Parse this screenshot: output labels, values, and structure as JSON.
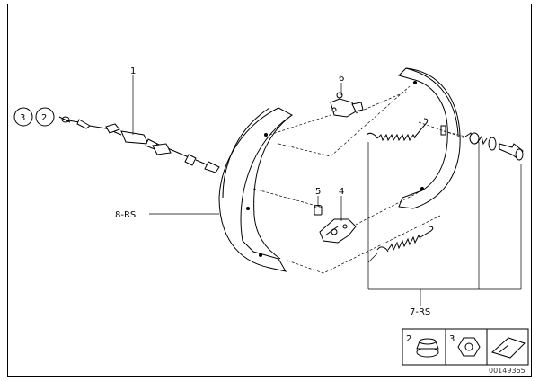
{
  "callouts": {
    "c1": "1",
    "c2": "2",
    "c3": "3",
    "c4": "4",
    "c5": "5",
    "c6": "6",
    "c7": "7-RS",
    "c8": "8-RS"
  },
  "legend": {
    "item2": "2",
    "item3": "3"
  },
  "footer": {
    "diagram_code": "00149365"
  },
  "colors": {
    "line": "#000000",
    "fill": "#ffffff",
    "shade": "#e6e6e6"
  }
}
